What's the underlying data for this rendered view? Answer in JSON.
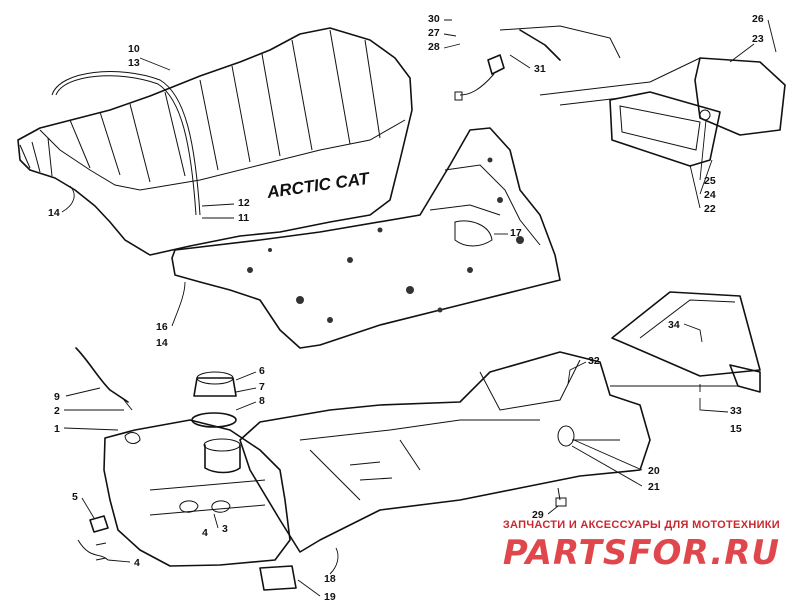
{
  "diagram": {
    "brand_on_seat": "ARCTIC CAT",
    "callouts": [
      {
        "id": "c10",
        "text": "10"
      },
      {
        "id": "c13",
        "text": "13"
      },
      {
        "id": "c14a",
        "text": "14"
      },
      {
        "id": "c12",
        "text": "12"
      },
      {
        "id": "c11",
        "text": "11"
      },
      {
        "id": "c17",
        "text": "17"
      },
      {
        "id": "c16",
        "text": "16"
      },
      {
        "id": "c14b",
        "text": "14"
      },
      {
        "id": "c30",
        "text": "30"
      },
      {
        "id": "c27",
        "text": "27"
      },
      {
        "id": "c28",
        "text": "28"
      },
      {
        "id": "c31",
        "text": "31"
      },
      {
        "id": "c26",
        "text": "26"
      },
      {
        "id": "c23",
        "text": "23"
      },
      {
        "id": "c25",
        "text": "25"
      },
      {
        "id": "c24",
        "text": "24"
      },
      {
        "id": "c22",
        "text": "22"
      },
      {
        "id": "c34",
        "text": "34"
      },
      {
        "id": "c33",
        "text": "33"
      },
      {
        "id": "c15",
        "text": "15"
      },
      {
        "id": "c6",
        "text": "6"
      },
      {
        "id": "c7",
        "text": "7"
      },
      {
        "id": "c8",
        "text": "8"
      },
      {
        "id": "c9",
        "text": "9"
      },
      {
        "id": "c2",
        "text": "2"
      },
      {
        "id": "c1",
        "text": "1"
      },
      {
        "id": "c32",
        "text": "32"
      },
      {
        "id": "c20",
        "text": "20"
      },
      {
        "id": "c21",
        "text": "21"
      },
      {
        "id": "c29",
        "text": "29"
      },
      {
        "id": "c5",
        "text": "5"
      },
      {
        "id": "c4a",
        "text": "4"
      },
      {
        "id": "c3",
        "text": "3"
      },
      {
        "id": "c4b",
        "text": "4"
      },
      {
        "id": "c18",
        "text": "18"
      },
      {
        "id": "c19",
        "text": "19"
      }
    ]
  },
  "watermark": {
    "tagline": "ЗАПЧАСТИ И АКСЕССУАРЫ ДЛЯ МОТОТЕХНИКИ",
    "brand_part1": "PARTS",
    "brand_part2": "FOR",
    "brand_part3": ".RU",
    "colors": {
      "red": "#e0474c",
      "dark": "#3a3a3a"
    }
  }
}
